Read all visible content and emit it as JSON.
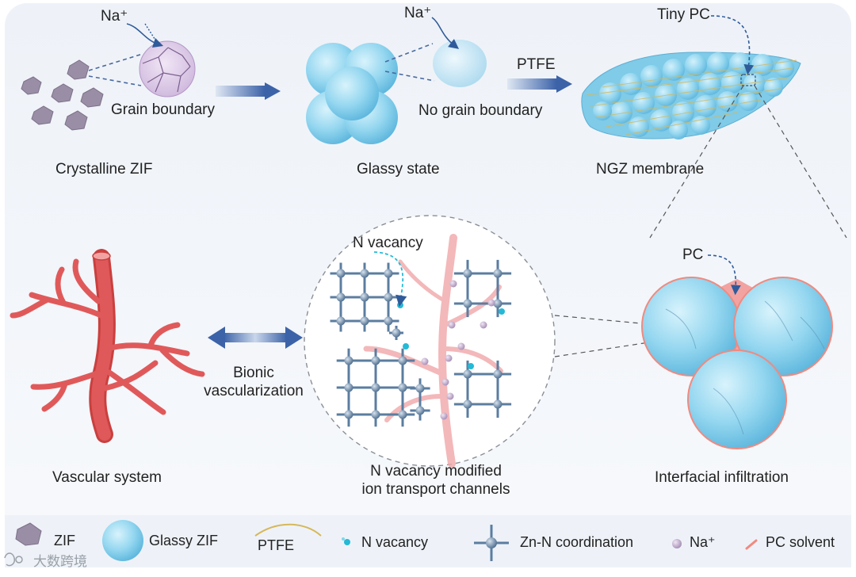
{
  "labels": {
    "na_top_left": "Na⁺",
    "grain_boundary": "Grain boundary",
    "crystalline_zif": "Crystalline ZIF",
    "na_top_mid": "Na⁺",
    "no_grain_boundary": "No grain boundary",
    "glassy_state": "Glassy state",
    "ptfe_arrow": "PTFE",
    "tiny_pc": "Tiny PC",
    "ngz_membrane": "NGZ membrane",
    "n_vacancy": "N vacancy",
    "pc": "PC",
    "bionic_vascularization": "Bionic\nvascularization",
    "vascular_system": "Vascular system",
    "channels_caption": "N vacancy modified\nion transport channels",
    "interfacial_infiltration": "Interfacial infiltration"
  },
  "legend": [
    {
      "key": "zif",
      "label": "ZIF"
    },
    {
      "key": "glassy_zif",
      "label": "Glassy ZIF"
    },
    {
      "key": "ptfe",
      "label": "PTFE"
    },
    {
      "key": "n_vacancy",
      "label": "N vacancy"
    },
    {
      "key": "zn_n",
      "label": "Zn-N coordination"
    },
    {
      "key": "na",
      "label": "Na⁺"
    },
    {
      "key": "pc_solvent",
      "label": "PC solvent"
    }
  ],
  "watermark": "大数跨境",
  "colors": {
    "zif_purple": "#9a8ea6",
    "glassy_blue": "#8fd3ee",
    "vessel_red": "#e0595a",
    "arrow_blue": "#3c63a8",
    "node_blue": "#5b7da0",
    "vacancy_cyan": "#25b9d6",
    "na_purple": "#b9a4c4",
    "pc_pink": "#f08a80"
  }
}
